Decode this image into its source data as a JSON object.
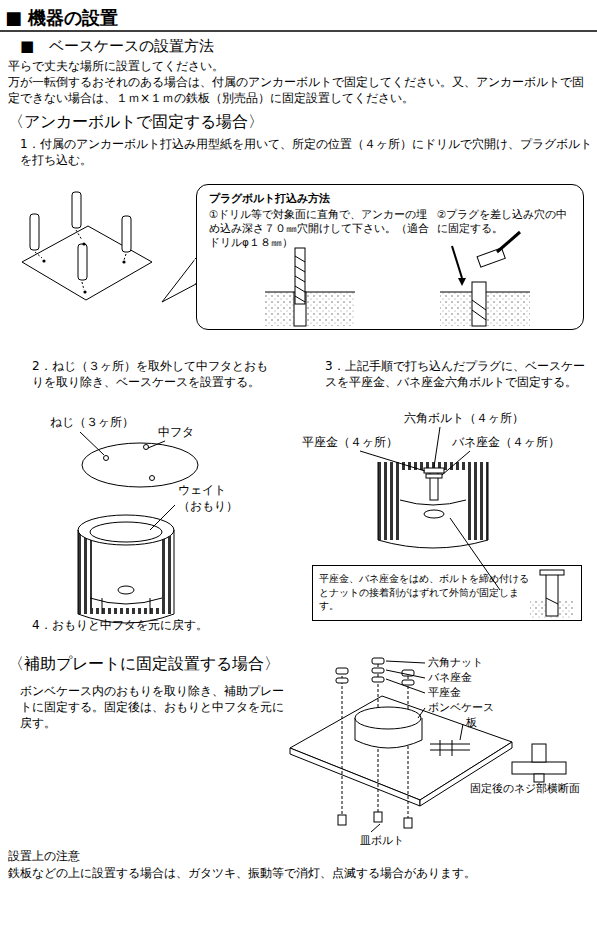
{
  "diagram": {
    "title": "■ 機器の設置",
    "nodes": [
      {
        "text": [
          "プラグボルト打込み方法",
          "①ドリル等で対象面に直角で、アンカーの埋め込み深さ７０㎜穴開けして下さい。（適合ドリルφ１８㎜）",
          "②プラグを差し込み穴の中に固定する。"
        ]
      },
      {
        "text": [
          "平座金、バネ座金をはめ、ボルトを締め付けるとナットの接着剤がはずれて外筒が固定します。"
        ]
      }
    ],
    "edges": [],
    "labels": [
      "■　ベースケースの設置方法",
      "平らで丈夫な場所に設置してください。",
      "万が一転倒するおそれのある場合は、付属のアンカーボルトで固定してください。又、アンカーボルトで固定できない場合は、１ｍ×１ｍの鉄板（別売品）に固定設置してください。",
      "〈アンカーボルトで固定する場合〉",
      "1．付属のアンカーボルト打込み用型紙を用いて、所定の位置（４ヶ所）にドリルで穴開け、プラグボルトを打ち込む。",
      "2．ねじ（３ヶ所）を取外して中フタとおもりを取り除き、ベースケースを設置する。",
      "ねじ（３ヶ所）",
      "中フタ",
      "ウェイト（おもり）",
      "3．上記手順で打ち込んだプラグに、ベースケースを平座金、バネ座金六角ボルトで固定する。",
      "六角ボルト（４ヶ所）",
      "平座金（４ヶ所）",
      "バネ座金（４ヶ所）",
      "4．おもりと中フタを元に戻す。",
      "〈補助プレートに固定設置する場合〉",
      "ボンベケース内のおもりを取り除き、補助プレートに固定する。固定後は、おもりと中フタを元に戻す。",
      "六角ナット",
      "バネ座金",
      "平座金",
      "ボンベケース",
      "板",
      "固定後のネジ部横断面",
      "皿ボルト",
      "設置上の注意",
      "鉄板などの上に設置する場合は、ガタツキ、振動等で消灯、点滅する場合があります。"
    ]
  }
}
